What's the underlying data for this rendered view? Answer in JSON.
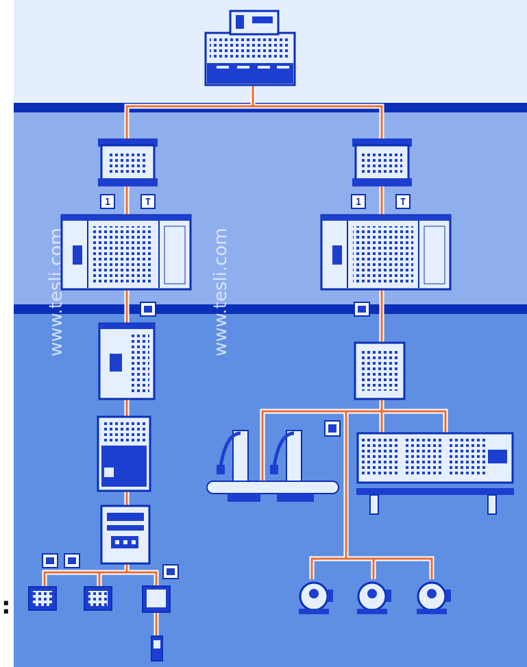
{
  "watermarks": [
    "www.tesli.com",
    "www.tesli.com"
  ],
  "colors": {
    "top_band": "#e4eefc",
    "mid_band": "#8faeed",
    "low_band": "#5f8fe3",
    "divider": "#0a2fb8",
    "device_fill": "#e6efff",
    "device_stroke": "#0a2fb8",
    "device_dark": "#1d3fcf",
    "cable": "#f26a2e",
    "cable_outline": "#ffffff"
  },
  "icons": [
    "plc-controller-icon",
    "bus-coupler-icon",
    "switch-cabinet-icon",
    "drive-module-icon",
    "operator-panel-icon",
    "io-module-icon",
    "robot-arm-icon",
    "servo-motor-icon",
    "sensor-icon",
    "connector-badge-icon"
  ],
  "badges": [
    "1",
    "T",
    "1",
    "T"
  ],
  "left_marker": ":"
}
